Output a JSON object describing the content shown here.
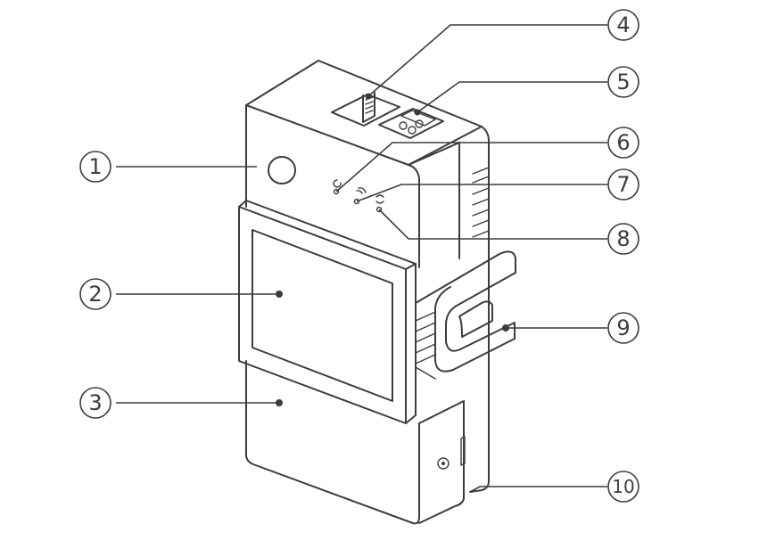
{
  "colors": {
    "line": "#3c3c3c",
    "background": "#ffffff"
  },
  "callouts": [
    {
      "number": "1",
      "target": "power-button"
    },
    {
      "number": "2",
      "target": "lcd-screen"
    },
    {
      "number": "3",
      "target": "housing-body"
    },
    {
      "number": "4",
      "target": "sensor-port"
    },
    {
      "number": "5",
      "target": "terminal-block"
    },
    {
      "number": "6",
      "target": "power-indicator-led"
    },
    {
      "number": "7",
      "target": "wifi-indicator-led"
    },
    {
      "number": "8",
      "target": "relay-indicator-led"
    },
    {
      "number": "9",
      "target": "din-rail-clip"
    },
    {
      "number": "10",
      "target": "mounting-edge"
    }
  ],
  "icons": [
    "power-icon",
    "wifi-icon",
    "link-icon"
  ]
}
